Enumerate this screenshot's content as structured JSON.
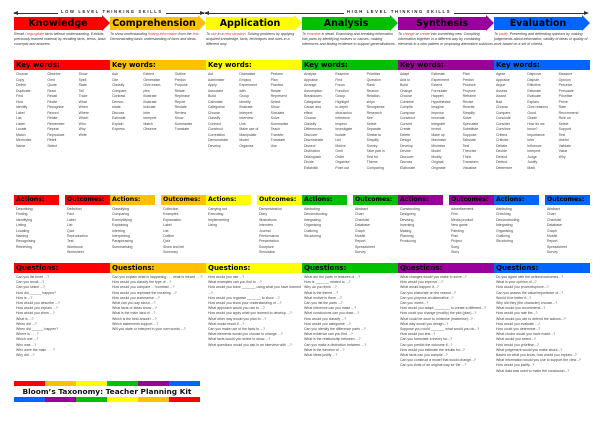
{
  "scale": {
    "low_label": "LOW LEVEL THINKING SKILLS",
    "high_label": "HIGH LEVEL THINKING SKILLS"
  },
  "labels": {
    "key_words": "Key words:",
    "actions": "Actions:",
    "outcomes": "Outcomes:",
    "questions": "Questions:"
  },
  "columns": [
    {
      "id": "knowledge",
      "title": "Knowledge",
      "color": "#ff0000",
      "description": [
        "Recall / ",
        "regurgitate",
        " facts without understanding. Exhibits previously learned material by recalling facts, terms, basic concepts and answers."
      ],
      "key_words": [
        "Choose",
        "Copy",
        "Define",
        "Duplicate",
        "Find",
        "How",
        "Identify",
        "Label",
        "List",
        "Listen",
        "Locate",
        "Match",
        "Memorise",
        "Name",
        "Observe",
        "Omit",
        "Quote",
        "Read",
        "Recall",
        "Recite",
        "Recognise",
        "Record",
        "Relate",
        "Remember",
        "Repeat",
        "Reproduce",
        "Retell",
        "Select",
        "Show",
        "Spell",
        "State",
        "Tell",
        "Trace",
        "What",
        "When",
        "Where",
        "Which",
        "Who",
        "Why",
        "Write"
      ],
      "actions": [
        "Describing",
        "Finding",
        "Identifying",
        "Listing",
        "Locating",
        "Naming",
        "Recognising",
        "Retrieving"
      ],
      "outcomes": [
        "Definition",
        "Fact",
        "Label",
        "List",
        "Quiz",
        "Reproduction",
        "Test",
        "Workbook",
        "Worksheet"
      ],
      "questions": [
        "Can you list three ...?",
        "Can you recall ...?",
        "Can you select ...?",
        "How did ______ happen?",
        "How is ...?",
        "How would you describe ...?",
        "How would you explain ...?",
        "How would you show ...?",
        "What is ...?",
        "When did ...?",
        "When did ______ happen?",
        "Where is . . . ?",
        "Which one ...?",
        "Who was ...?",
        "Who were the main . . . ?",
        "Why did ...?"
      ]
    },
    {
      "id": "comprehension",
      "title": "Comprehension",
      "color": "#ffc000",
      "description": [
        "To show understanding ",
        "finding information",
        " from the ",
        "text",
        ". Demonstrating basic understanding of facts and ideas."
      ],
      "key_words": [
        "Ask",
        "Cite",
        "Classify",
        "Compare",
        "Contrast",
        "Demon-",
        "strate",
        "Discuss",
        "Estimate",
        "Explain",
        "Express",
        "Extend",
        "Generalise",
        "Give exam-",
        "ples",
        "Illustrate",
        "Illustrate",
        "Indicate",
        "Infer",
        "Interpret",
        "Match",
        "Observe",
        "Outline",
        "Predict",
        "Purpose",
        "Relate",
        "Rephrase",
        "Report",
        "Restate",
        "Review",
        "Show",
        "Summarise",
        "Translate"
      ],
      "actions": [
        "Classifying",
        "Comparing",
        "Exemplifying",
        "Explaining",
        "Inferring",
        "Interpreting",
        "Paraphrasing",
        "Summarising"
      ],
      "outcomes": [
        "Collection",
        "Examples",
        "Explanation",
        "Label",
        "List",
        "Outline",
        "Quiz",
        "Show and tell",
        "Summary"
      ],
      "questions": [
        "Can you explain what is happening . . . what is meant . . .?",
        "How would you classify the type of ...?",
        "How would you compare ...?contrast ...?",
        "How would you rephrase the meaning ...?",
        "How would you summarise ...?",
        "What can you say about ...?",
        "What facts or ideas show ...?",
        "What is the main idea of ...?",
        "Which is the best answer ...?",
        "Which statements support ...?",
        "Will you state or interpret in your own words ...?"
      ]
    },
    {
      "id": "application",
      "title": "Application",
      "color": "#ffff00",
      "description": [
        "To ",
        "use",
        " in a ",
        "new situation",
        ". Solving problems by applying acquired knowledge, facts, techniques and rules in a different way."
      ],
      "key_words": [
        "Act",
        "Administer",
        "Apply",
        "Associate",
        "Build",
        "Calculate",
        "Categorise",
        "Choose",
        "Classify",
        "Connect",
        "Construct",
        "Correlation",
        "Demonstrate",
        "Develop",
        "Dramatise",
        "Employ",
        "Experiment",
        "with",
        "Group",
        "Identify",
        "Illustrate",
        "Interpret",
        "Interview",
        "Link",
        "Make use of",
        "Manipulate",
        "Model",
        "Organise",
        "Perform",
        "Plan",
        "Practice",
        "Relate",
        "Represent",
        "Select",
        "Show",
        "Simulate",
        "Solve",
        "Summarise",
        "Teach",
        "Transfer",
        "Translate",
        "Use"
      ],
      "actions": [
        "Carrying out",
        "Executing",
        "Implementing",
        "Using"
      ],
      "outcomes": [
        "Demonstration",
        "Diary",
        "Illustrations",
        "Interview",
        "Journal",
        "Performance",
        "Presentation",
        "Sculpture",
        "Simulation"
      ],
      "questions": [
        "How would you use ...?",
        "What examples can you find to ...?",
        "How would you solve _______ using what you have learned ...?",
        "How would you organise _______ to show ...?",
        "How would you show your understanding of ...?",
        "What approach would you use to ...?",
        "How would you apply what you learned to develop ...?",
        "What other way would you plan to ...?",
        "What would result if ...?",
        "Can you make use of the facts to ...?",
        "What elements would you choose to change ...?",
        "What facts would you select to show ...?",
        "What questions would you ask in an interview with ...?"
      ]
    },
    {
      "id": "analysis",
      "title": "Analysis",
      "color": "#00c000",
      "description": [
        "To ",
        "examine",
        " in detail. Examining and breaking information into parts by identifying motives or causes; making inferences and finding evidence to support generalisations."
      ],
      "key_words": [
        "Analyse",
        "Appraise",
        "Arrange",
        "Assumption",
        "Breakdown",
        "Categorise",
        "Cause and",
        "effect",
        "Choose",
        "Classify",
        "Differences",
        "Discover",
        "Discriminate",
        "Dissect",
        "Distinction",
        "Distinguish",
        "Divide",
        "Establish",
        "Examine",
        "Find",
        "Focus",
        "Function",
        "Group",
        "Highlight",
        "In-depth",
        "discussion",
        "Inference",
        "Inspect",
        "Investigate",
        "Isolate",
        "List",
        "Motive",
        "Omit",
        "Order",
        "Organise",
        "Point out",
        "Prioritize",
        "Question",
        "Rank",
        "Reason",
        "Relation-",
        "ships",
        "Reorganise",
        "Research",
        "See",
        "Select",
        "Separate",
        "Similar to",
        "Simplify",
        "Survey",
        "Take part in",
        "Test for",
        "Theme",
        "Comparing"
      ],
      "actions": [
        "Attributing",
        "Deconstructing",
        "Integrating",
        "Organising",
        "Outlining",
        "Structuring"
      ],
      "outcomes": [
        "Abstract",
        "Chart",
        "Checklist",
        "Database",
        "Graph",
        "Mobile",
        "Report",
        "Spreadsheet",
        "Survey"
      ],
      "questions": [
        "What are the parts or features of ...?",
        "How is _______ related to ...?",
        "Why do you think ...?",
        "What is the theme ...?",
        "What motive is there ...?",
        "Can you list the parts ...?",
        "What inference can you make ...?",
        "What conclusions can you draw ...?",
        "How would you classify ...?",
        "How would you categorise ...?",
        "Can you identify the difference parts ...?",
        "What evidence can you find ...?",
        "What is the relationship between ...?",
        "Can you make a distinction between ...?",
        "What is the function of ...?",
        "What ideas justify ...?"
      ]
    },
    {
      "id": "synthesis",
      "title": "Synthesis",
      "color": "#990099",
      "description": [
        "To ",
        "change",
        " or ",
        "create",
        " into something new. Compiling information together in a different way by combining elements in a new pattern or proposing alternative solutions."
      ],
      "key_words": [
        "Adapt",
        "Add to",
        "Build",
        "Change",
        "Choose",
        "Combine",
        "Compile",
        "Compose",
        "Construct",
        "Convert",
        "Create",
        "Delete",
        "Design",
        "Develop",
        "Devise",
        "Discover",
        "Discuss",
        "Elaborate",
        "Estimate",
        "Experiment",
        "Extend",
        "Formulate",
        "Happen",
        "Hypothesise",
        "Imagine",
        "Improve",
        "Innovate",
        "Integrate",
        "Invent",
        "Make up",
        "Maximise",
        "Minimise",
        "Model",
        "Modify",
        "Original",
        "Originate",
        "Plan",
        "Predict",
        "Produce",
        "Propose",
        "Reframe",
        "Revise",
        "Rewrite",
        "Simplify",
        "Solve",
        "Speculate",
        "Substitute",
        "Suppose",
        "Tabulate",
        "Test",
        "Theorise",
        "Think",
        "Transform",
        "Visualise"
      ],
      "actions": [
        "Constructing",
        "Designing",
        "Devising",
        "Inventing",
        "Making",
        "Planning",
        "Producing"
      ],
      "outcomes": [
        "Advertisement",
        "Film",
        "Media product",
        "New game",
        "Painting",
        "Plan",
        "Project",
        "Song",
        "Story"
      ],
      "questions": [
        "What changes would you make to solve...?",
        "How would you improve ...?",
        "What would happen if...?",
        "Can you elaborate on the reason...?",
        "Can you propose an alternative...?",
        "Can you invent...?",
        "How would you adapt ________ to create a different...?",
        "How could you change (modify) the plot (plan)...?",
        "What could be done to minimise (maximise)...?",
        "What way would you design...?",
        "Suppose you could _______ what would you do...?",
        "How would you test...?",
        "Can you formulate a theory for...?",
        "Can you predict the outcome if...?",
        "How would you estimate the results for...?",
        "What facts can you compile...?",
        "Can you construct a model that would change...?",
        "Can you think of an original way for the ...?"
      ]
    },
    {
      "id": "evaluation",
      "title": "Evaluation",
      "color": "#0066ff",
      "description": [
        "To ",
        "justify",
        ". Presenting and defending opinions by making judgements about information, validity of ideas or quality of work based on a set of criteria."
      ],
      "key_words": [
        "Agree",
        "Appraise",
        "Argue",
        "Assess",
        "Award",
        "Bad",
        "Choose",
        "Compare",
        "Conclude",
        "Consider",
        "Convince",
        "Criteria",
        "Criticise",
        "Debate",
        "Decide",
        "Deduct",
        "Defend",
        "Determine",
        "Disprove",
        "Dispute",
        "Effective",
        "Estimate",
        "Evaluate",
        "Explain",
        "Give reasons",
        "Good",
        "Grade",
        "How do we",
        "know?",
        "Importance",
        "Infer",
        "Influence",
        "Interpret",
        "Judge",
        "Justify",
        "Mark",
        "Measure",
        "Opinion",
        "Perceive",
        "Persuade",
        "Prioritise",
        "Prove",
        "Rate",
        "Recommend",
        "Rule on",
        "Select",
        "Support",
        "Test",
        "Useful",
        "Validate",
        "Value",
        "Why"
      ],
      "actions": [
        "Attributing",
        "Checking",
        "Deconstructing",
        "Integrating",
        "Organising",
        "Outlining",
        "Structuring"
      ],
      "outcomes": [
        "Abstract",
        "Chart",
        "Checklist",
        "Database",
        "Graph",
        "Mobile",
        "Report",
        "Spreadsheet",
        "Survey"
      ],
      "questions": [
        "Do you agree with the actions/outcomes...?",
        "What is your opinion of...?",
        "How would you prove/disprove...?",
        "Can you assess the value/importance of...?",
        "Would it be better if...?",
        "Why did they (the character) choose...?",
        "What would you recommend...?",
        "How would you rate the...?",
        "What would you cite to defend the actions...?",
        "How would you evaluate ...?",
        "How could you determine...?",
        "What choice would you have made...?",
        "What would you select...?",
        "How would you prioritise...?",
        "What judgement would you make about...?",
        "Based on what you know, how would you explain...?",
        "What information would you use to support the view...?",
        "How would you justify...?",
        "What data was used to make the conclusion...?"
      ]
    }
  ],
  "footer": {
    "title": "Bloom’s Taxonomy: Teacher Planning Kit",
    "top_stripe": [
      "#ff0000",
      "#ffc000",
      "#ffff00",
      "#00c000",
      "#990099",
      "#0066ff"
    ],
    "bottom_stripe": [
      "#0066ff",
      "#990099",
      "#00c000",
      "#ffff00",
      "#ffc000",
      "#ff0000"
    ]
  }
}
